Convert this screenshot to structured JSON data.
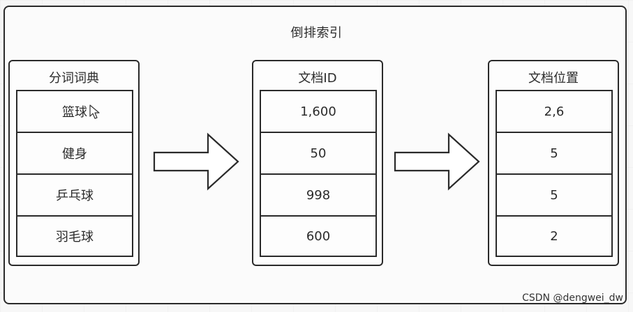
{
  "diagram": {
    "title": "倒排索引",
    "columns": [
      {
        "title": "分词词典",
        "cells": [
          "篮球",
          "健身",
          "乒乓球",
          "羽毛球"
        ]
      },
      {
        "title": "文档ID",
        "cells": [
          "1,600",
          "50",
          "998",
          "600"
        ]
      },
      {
        "title": "文档位置",
        "cells": [
          "2,6",
          "5",
          "5",
          "2"
        ]
      }
    ],
    "arrows": [
      "right-arrow",
      "right-arrow"
    ]
  },
  "watermark": "CSDN @dengwei_dw",
  "colors": {
    "stroke": "#2a2a2a",
    "background": "#f7f7f7"
  },
  "icons": {
    "cursor": "mouse-pointer-icon"
  }
}
